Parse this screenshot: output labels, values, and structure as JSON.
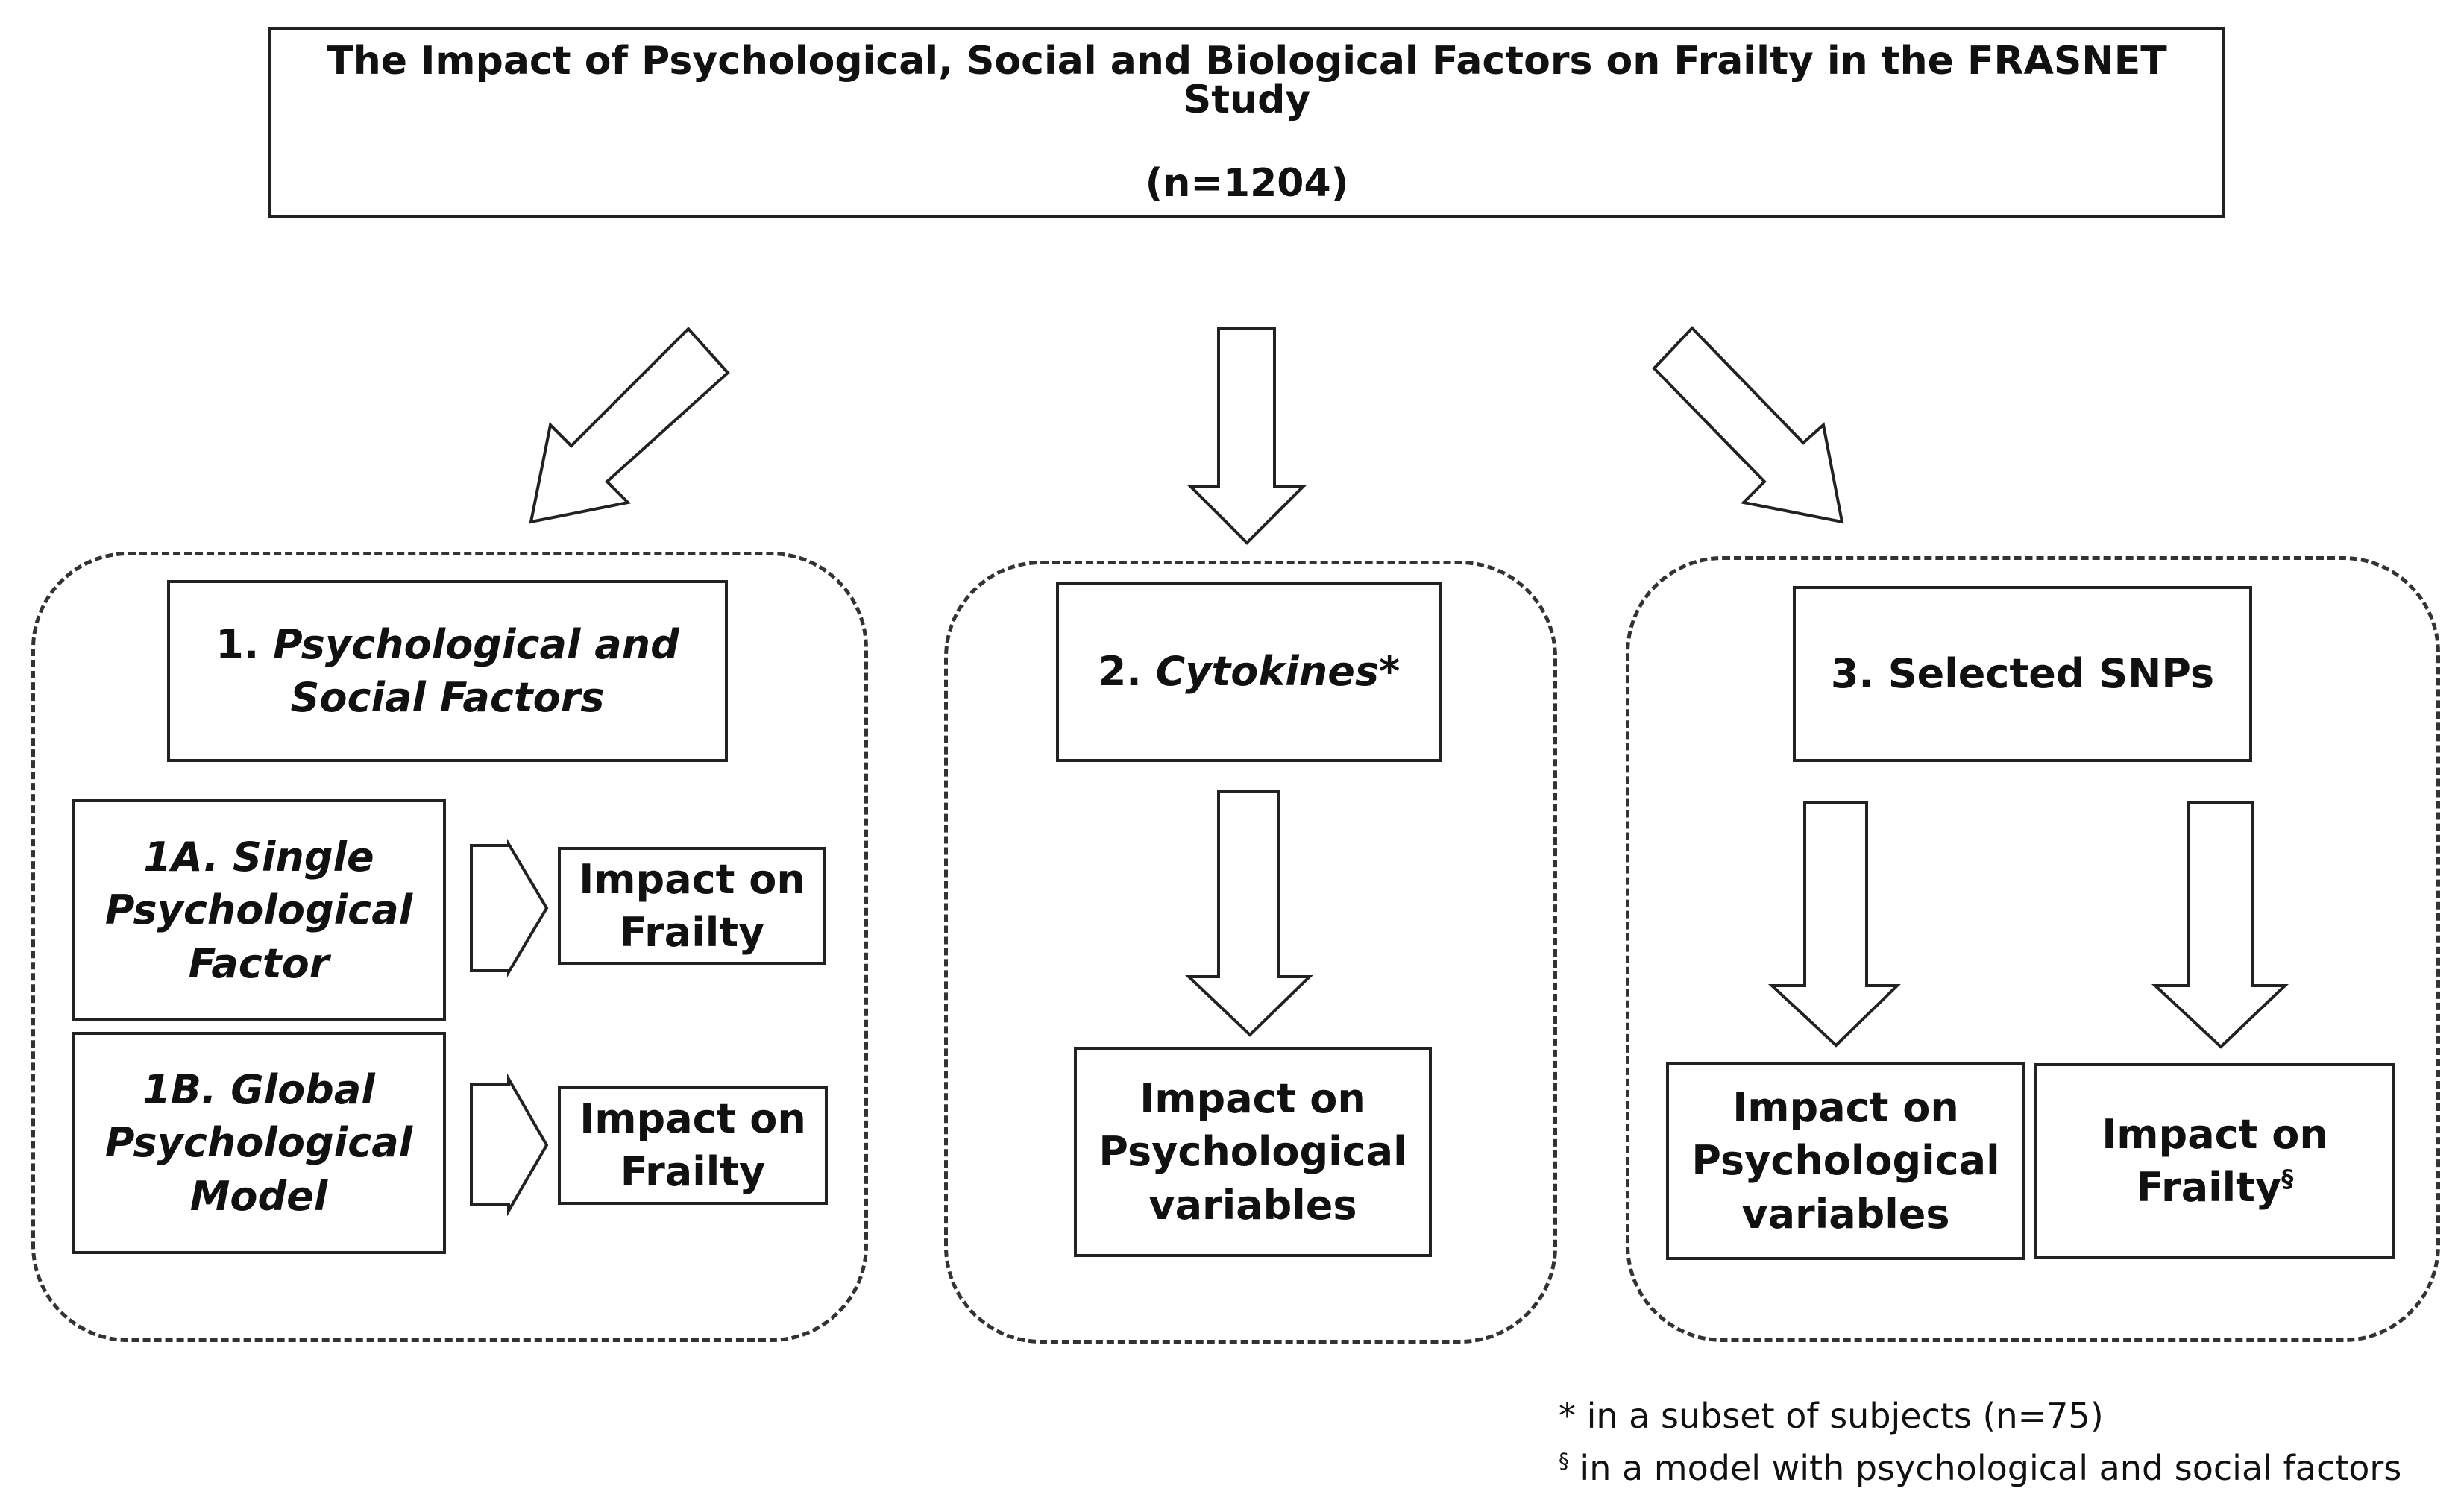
{
  "header": {
    "title": "The Impact of Psychological, Social and Biological Factors on Frailty in the FRASNET Study",
    "sample": "(n=1204)"
  },
  "panel1": {
    "number": "1.",
    "title_line1": "Psychological and",
    "title_line2": "Social Factors",
    "sub_a": {
      "line1": "1A. Single",
      "line2": "Psychological",
      "line3": "Factor"
    },
    "sub_b": {
      "line1": "1B. Global",
      "line2": "Psychological",
      "line3": "Model"
    },
    "outcome_a": {
      "line1": "Impact on",
      "line2": "Frailty"
    },
    "outcome_b": {
      "line1": "Impact on",
      "line2": "Frailty"
    }
  },
  "panel2": {
    "number": "2.",
    "title": "Cytokines*",
    "outcome": {
      "line1": "Impact on",
      "line2": "Psychological",
      "line3": "variables"
    }
  },
  "panel3": {
    "title": "3. Selected SNPs",
    "outcome_left": {
      "line1": "Impact on",
      "line2": "Psychological",
      "line3": "variables"
    },
    "outcome_right": {
      "line1": "Impact on",
      "line2": "Frailty",
      "mark": "§"
    }
  },
  "footnotes": {
    "star_mark": "*",
    "star_text": "in a subset of subjects (n=75)",
    "section_mark": "§",
    "section_text": "in a model with psychological and social factors"
  }
}
